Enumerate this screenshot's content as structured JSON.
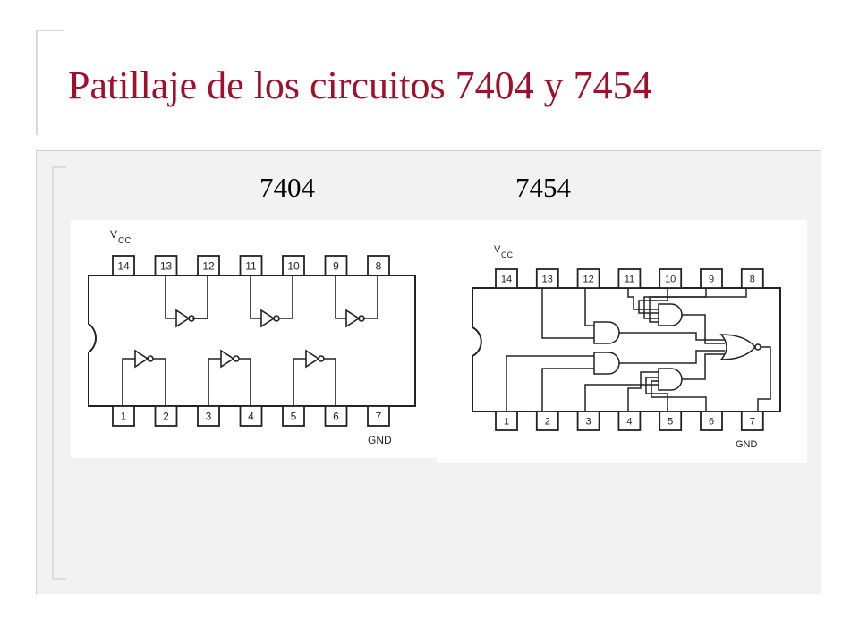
{
  "slide": {
    "title": "Patillaje de los circuitos 7404 y 7454"
  },
  "chips": [
    {
      "label": "7404",
      "supply_label": "V",
      "supply_sub": "CC",
      "ground_label": "GND",
      "top_pins": [
        "14",
        "13",
        "12",
        "11",
        "10",
        "9",
        "8"
      ],
      "bottom_pins": [
        "1",
        "2",
        "3",
        "4",
        "5",
        "6",
        "7"
      ]
    },
    {
      "label": "7454",
      "supply_label": "V",
      "supply_sub": "CC",
      "ground_label": "GND",
      "top_pins": [
        "14",
        "13",
        "12",
        "11",
        "10",
        "9",
        "8"
      ],
      "bottom_pins": [
        "1",
        "2",
        "3",
        "4",
        "5",
        "6",
        "7"
      ]
    }
  ],
  "colors": {
    "title": "#a0102c",
    "panel": "#f2f2f2",
    "line": "#222222"
  }
}
